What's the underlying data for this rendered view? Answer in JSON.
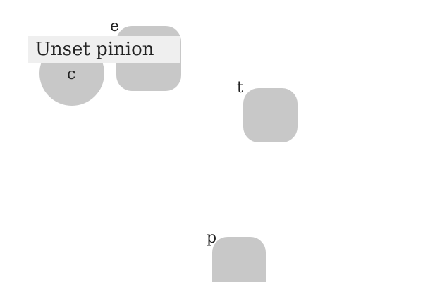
{
  "nodes": [
    {
      "id": "c",
      "label": "c",
      "shape": "circle"
    },
    {
      "id": "e",
      "label": "e",
      "shape": "rounded-square"
    },
    {
      "id": "t",
      "label": "t",
      "shape": "rounded-square"
    },
    {
      "id": "p",
      "label": "p",
      "shape": "rounded-square"
    }
  ],
  "tooltip": {
    "text": "Unset pinion"
  },
  "colors": {
    "node_fill": "#c8c8c8",
    "tooltip_bg": "#efefef",
    "text": "#222222"
  }
}
